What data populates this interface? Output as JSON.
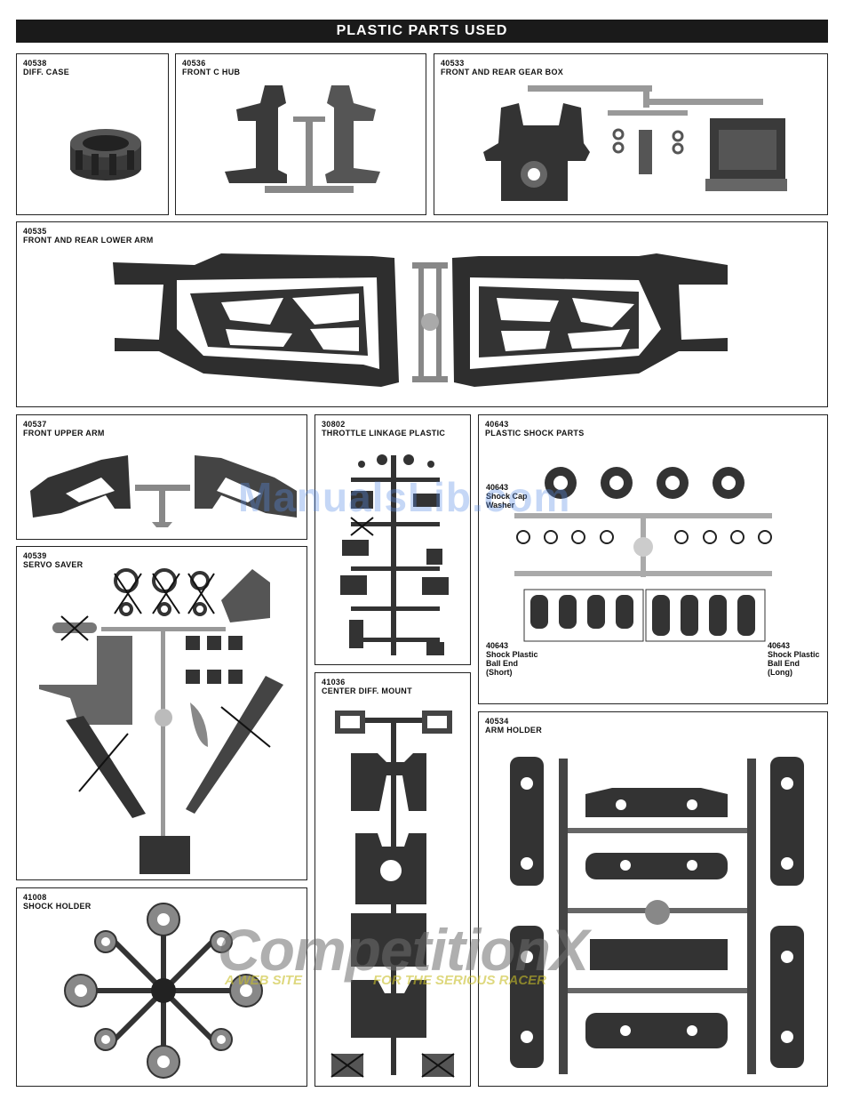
{
  "header": {
    "title": "PLASTIC PARTS USED"
  },
  "parts": {
    "diff_case": {
      "number": "40538",
      "name": "DIFF. CASE"
    },
    "front_c_hub": {
      "number": "40536",
      "name": "FRONT C HUB"
    },
    "gear_box": {
      "number": "40533",
      "name": "FRONT AND REAR GEAR BOX"
    },
    "lower_arm": {
      "number": "40535",
      "name": "FRONT AND REAR LOWER ARM"
    },
    "upper_arm": {
      "number": "40537",
      "name": "FRONT UPPER ARM"
    },
    "throttle_linkage": {
      "number": "30802",
      "name": "THROTTLE LINKAGE PLASTIC"
    },
    "shock_parts": {
      "number": "40643",
      "name": "PLASTIC SHOCK PARTS",
      "washer_number": "40643",
      "washer_line1": "Shock Cap",
      "washer_line2": "Washer",
      "short_number": "40643",
      "short_line1": "Shock Plastic",
      "short_line2": "Ball End",
      "short_line3": "(Short)",
      "long_number": "40643",
      "long_line1": "Shock Plastic",
      "long_line2": "Ball End",
      "long_line3": "(Long)"
    },
    "servo_saver": {
      "number": "40539",
      "name": "SERVO SAVER"
    },
    "center_diff_mount": {
      "number": "41036",
      "name": "CENTER DIFF. MOUNT"
    },
    "shock_holder": {
      "number": "41008",
      "name": "SHOCK HOLDER"
    },
    "arm_holder": {
      "number": "40534",
      "name": "ARM HOLDER"
    }
  },
  "watermarks": {
    "manualslib": "ManualsLib.com",
    "brand": "CompetitionX",
    "tagline_left": "A WEB SITE",
    "tagline_right": "FOR THE SERIOUS RACER"
  }
}
